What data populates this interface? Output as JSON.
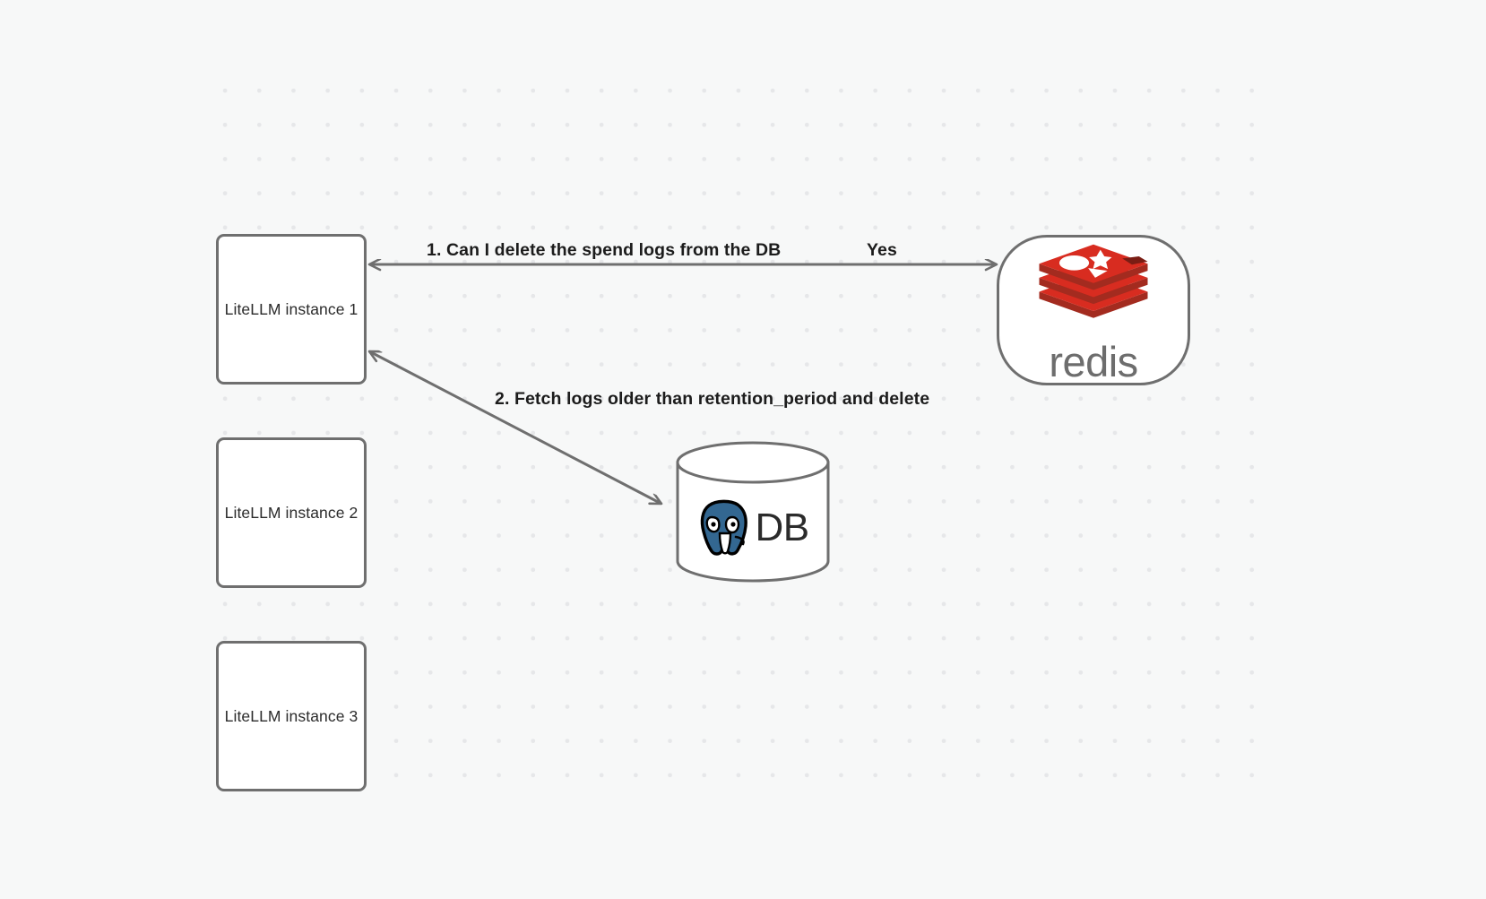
{
  "canvas": {
    "background_color": "#f7f8f8",
    "grid_dot_color": "#e6e7e9",
    "stroke_color": "#6f6f6f",
    "text_color": "#2b2b2b",
    "label_text_color": "#1c1c1c"
  },
  "nodes": {
    "litellm_1": {
      "label": "LiteLLM instance 1"
    },
    "litellm_2": {
      "label": "LiteLLM instance 2"
    },
    "litellm_3": {
      "label": "LiteLLM instance 3"
    },
    "redis": {
      "label": "redis",
      "logo_name": "redis-logo",
      "brand_color": "#d82c20",
      "wordmark_color": "#6d6d6d"
    },
    "db": {
      "label": "DB",
      "logo_name": "postgresql-elephant-logo",
      "brand_color": "#336791"
    }
  },
  "edges": [
    {
      "id": "edge-redis-litellm1",
      "label": "1.  Can I delete the spend logs from the DB",
      "from": "litellm_1",
      "to": "redis",
      "direction": "bidirectional"
    },
    {
      "id": "edge-redis-reply",
      "label": "Yes",
      "from": "litellm_1",
      "to": "redis",
      "direction": "forward"
    },
    {
      "id": "edge-litellm1-db",
      "label": "2.  Fetch logs older than retention_period and delete",
      "from": "litellm_1",
      "to": "db",
      "direction": "bidirectional"
    }
  ]
}
